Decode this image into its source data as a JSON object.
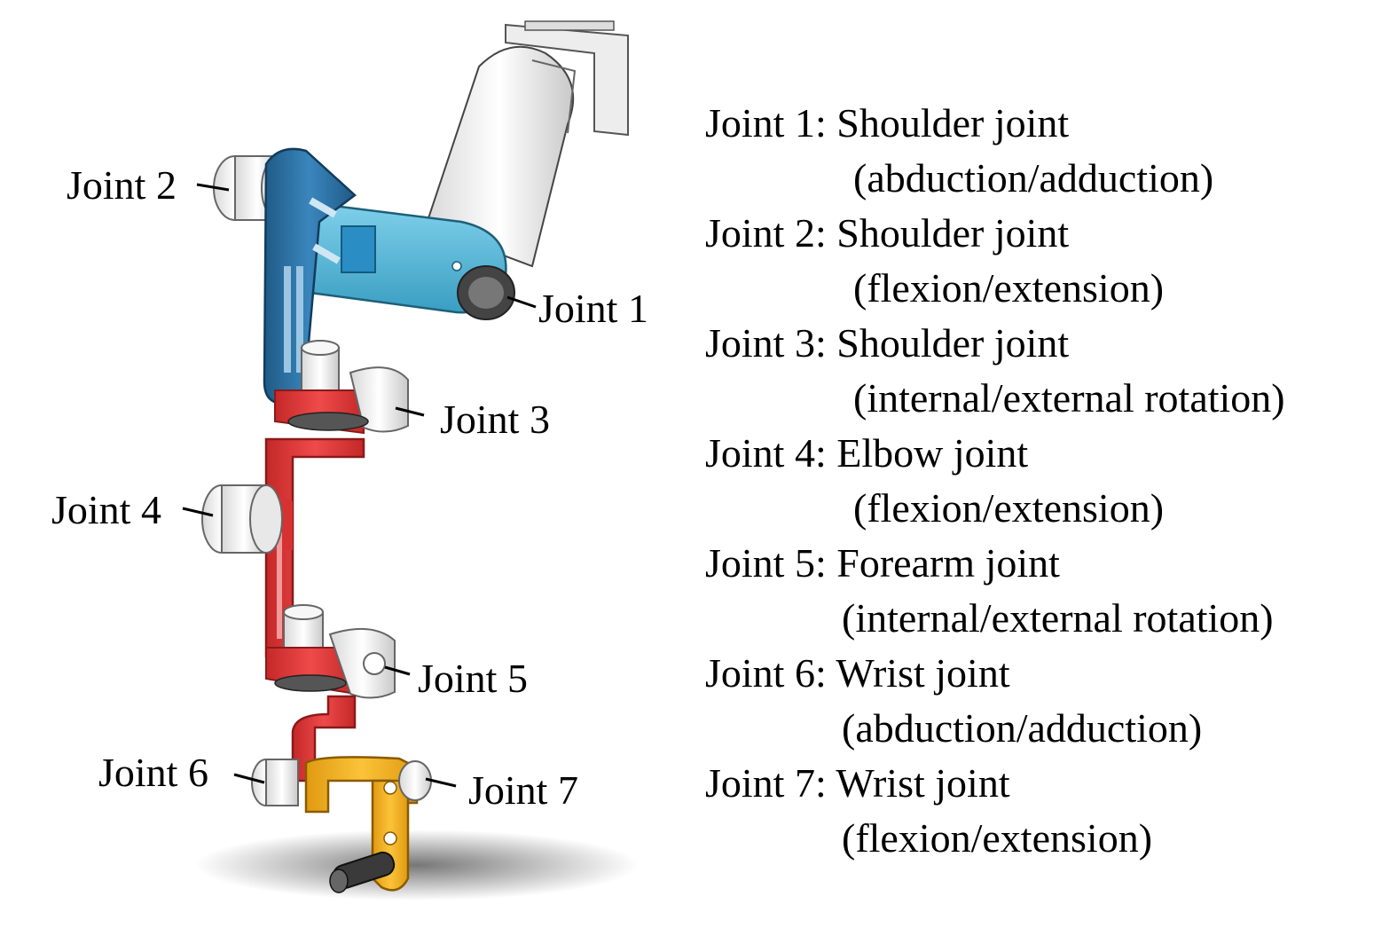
{
  "callouts": {
    "joint1": "Joint 1",
    "joint2": "Joint 2",
    "joint3": "Joint 3",
    "joint4": "Joint 4",
    "joint5": "Joint 5",
    "joint6": "Joint 6",
    "joint7": "Joint 7"
  },
  "legend": [
    {
      "head": "Joint 1: Shoulder joint",
      "detail": "(abduction/adduction)"
    },
    {
      "head": "Joint 2: Shoulder joint",
      "detail": "(flexion/extension)"
    },
    {
      "head": "Joint 3: Shoulder joint",
      "detail": "(internal/external rotation)"
    },
    {
      "head": "Joint 4: Elbow joint",
      "detail": "(flexion/extension)"
    },
    {
      "head": "Joint 5: Forearm joint",
      "detail": "(internal/external rotation)"
    },
    {
      "head": "Joint 6: Wrist joint",
      "detail": "(abduction/adduction)"
    },
    {
      "head": "Joint 7: Wrist joint",
      "detail": "(flexion/extension)"
    }
  ],
  "colors": {
    "upper_link_blue": "#2f6f9e",
    "shoulder_plate_cyan": "#56b8d8",
    "lower_links_red": "#e23a3a",
    "wrist_yellow": "#f0b020",
    "motor_white": "#f2f2f2",
    "shadow_gray": "#7a7a7a"
  }
}
